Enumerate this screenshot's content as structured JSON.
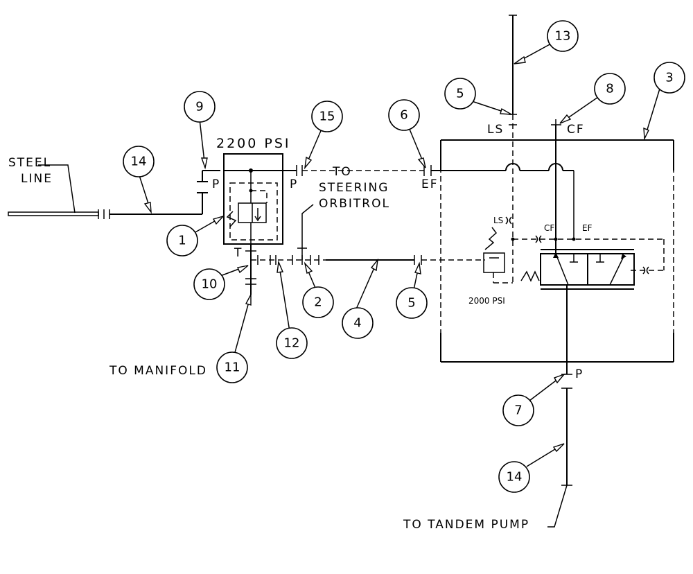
{
  "labels": {
    "steel_line_1": "STEEL",
    "steel_line_2": "LINE",
    "psi_2200": "2200 PSI",
    "psi_2000": "2000 PSI",
    "to_steering_1": "TO",
    "to_steering_2": "STEERING",
    "to_steering_3": "ORBITROL",
    "to_manifold": "TO MANIFOLD",
    "to_tandem_pump": "TO TANDEM PUMP",
    "port_p_left": "P",
    "port_p_right": "P",
    "port_t": "T",
    "port_ef": "EF",
    "port_ls": "LS",
    "port_cf": "CF",
    "port_p_bottom": "P",
    "inner_ls": "LS",
    "inner_cf": "CF",
    "inner_ef": "EF"
  },
  "callouts": [
    {
      "id": "c1",
      "number": "1"
    },
    {
      "id": "c2",
      "number": "2"
    },
    {
      "id": "c3",
      "number": "3"
    },
    {
      "id": "c4",
      "number": "4"
    },
    {
      "id": "c5a",
      "number": "5"
    },
    {
      "id": "c5b",
      "number": "5"
    },
    {
      "id": "c6",
      "number": "6"
    },
    {
      "id": "c7",
      "number": "7"
    },
    {
      "id": "c8",
      "number": "8"
    },
    {
      "id": "c9",
      "number": "9"
    },
    {
      "id": "c10",
      "number": "10"
    },
    {
      "id": "c11",
      "number": "11"
    },
    {
      "id": "c12",
      "number": "12"
    },
    {
      "id": "c13",
      "number": "13"
    },
    {
      "id": "c14a",
      "number": "14"
    },
    {
      "id": "c14b",
      "number": "14"
    },
    {
      "id": "c15",
      "number": "15"
    }
  ]
}
